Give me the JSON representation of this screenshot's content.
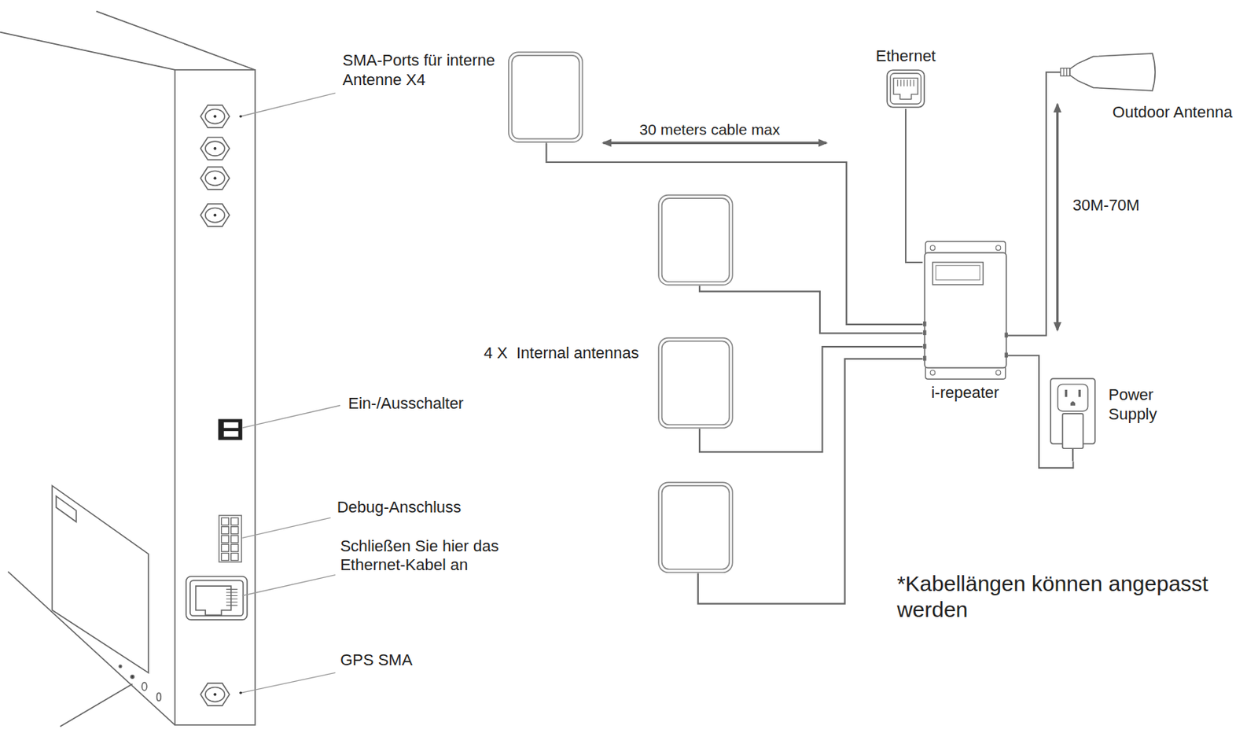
{
  "diagram": {
    "nodes": [
      {
        "text": [
          "Ethernet"
        ]
      },
      {
        "text": [
          "Outdoor Antenna"
        ]
      },
      {
        "text": [
          "i-repeater"
        ]
      },
      {
        "text": [
          "Power Supply"
        ]
      }
    ],
    "edges": [
      {
        "from": 0,
        "to": 2,
        "arrow": "none"
      },
      {
        "from": 2,
        "to": 1,
        "arrow": "none"
      },
      {
        "from": 2,
        "to": 3,
        "arrow": "none"
      }
    ],
    "labels": [
      "SMA-Ports für interne Antenne X4",
      "Ein-/Ausschalter",
      "Debug-Anschluss",
      "Schließen Sie hier das Ethernet-Kabel an",
      "GPS SMA",
      "30 meters cable max",
      "4 X  Internal antennas",
      "30M-70M",
      "*Kabellängen können angepasst werden"
    ]
  }
}
